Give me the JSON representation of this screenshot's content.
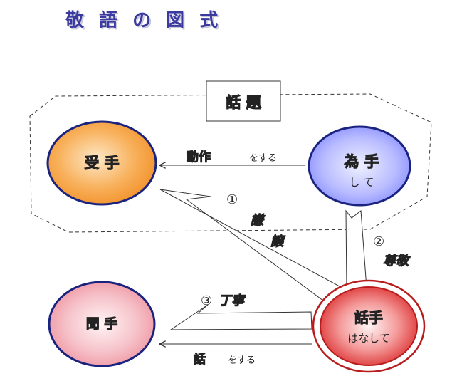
{
  "title": "敬 語 の 図 式",
  "topic_box": {
    "label": "話 題"
  },
  "nodes": {
    "receiver": {
      "label": "受 手"
    },
    "doer": {
      "label": "為 手",
      "reading": "し て"
    },
    "listener": {
      "label": "聞 手"
    },
    "speaker": {
      "label": "話手",
      "reading": "はなして"
    }
  },
  "edges": {
    "action": {
      "kanji": "動作",
      "kana": "をする"
    },
    "speech": {
      "kanji": "話",
      "kana": "をする"
    }
  },
  "honorifics": {
    "humble": {
      "number": "①",
      "word_1": "謙",
      "word_2": "譲"
    },
    "respect": {
      "number": "②",
      "word": "尊敬"
    },
    "polite": {
      "number": "③",
      "word": "丁寧"
    }
  },
  "colors": {
    "circle_stroke": "#1a237e",
    "receiver_fill": "#f7a03c",
    "doer_fill": "#8b8bff",
    "listener_fill": "#f0a0ac",
    "speaker_fill": "#d42525",
    "title": "#3a3aa0"
  }
}
